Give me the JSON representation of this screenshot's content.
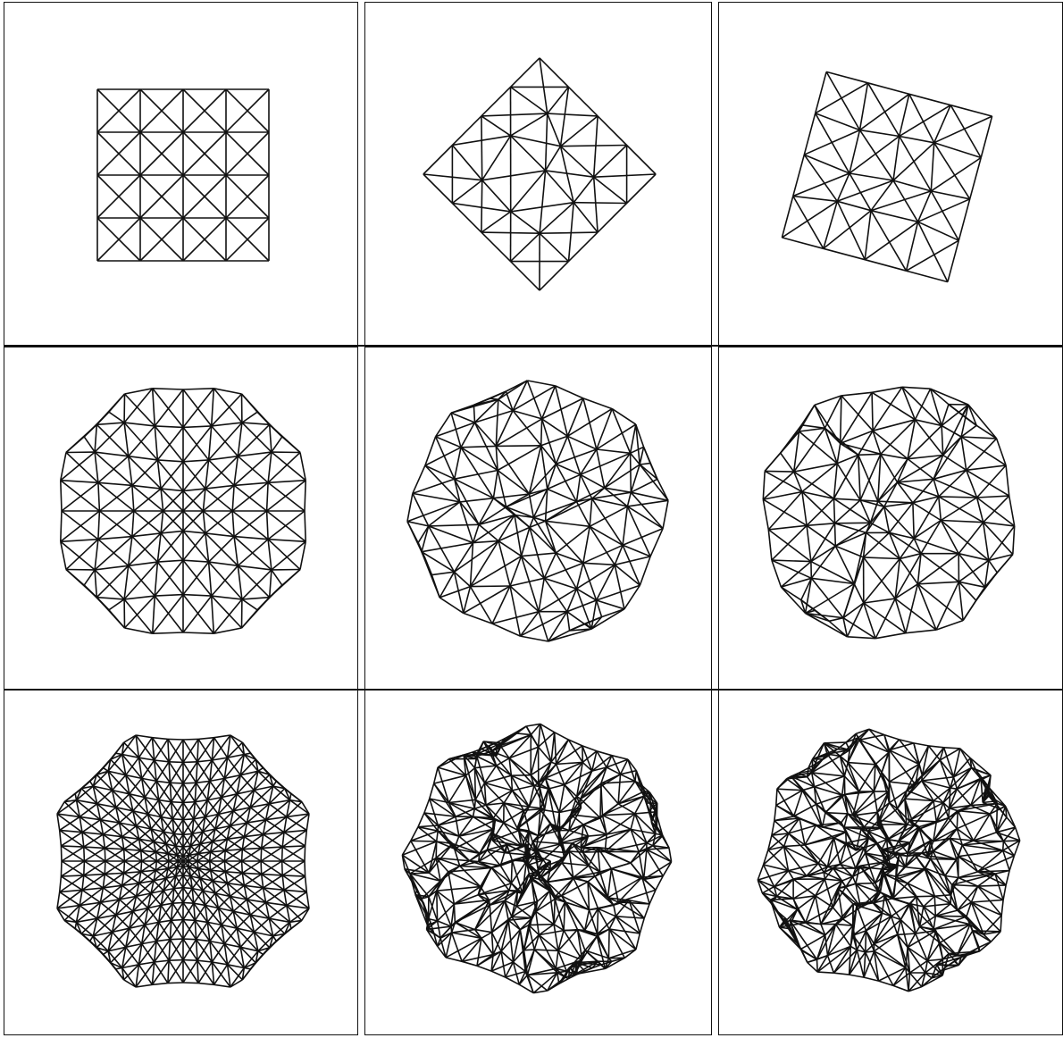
{
  "figure": {
    "rows": 3,
    "cols": 3,
    "stroke_color": "#111111",
    "background": "#ffffff",
    "panels": [
      {
        "id": "p-0-0",
        "row": 0,
        "col": 0,
        "mesh": "square",
        "style": "regular",
        "refinement": 2,
        "rotation_deg": 0
      },
      {
        "id": "p-0-1",
        "row": 0,
        "col": 1,
        "mesh": "square",
        "style": "irregular",
        "refinement": 2,
        "rotation_deg": 45
      },
      {
        "id": "p-0-2",
        "row": 0,
        "col": 2,
        "mesh": "square",
        "style": "irregular",
        "refinement": 2,
        "rotation_deg": 15
      },
      {
        "id": "p-1-0",
        "row": 1,
        "col": 0,
        "mesh": "octagon",
        "style": "regular",
        "refinement": 3,
        "rotation_deg": 0
      },
      {
        "id": "p-1-1",
        "row": 1,
        "col": 1,
        "mesh": "octagon",
        "style": "irregular",
        "refinement": 3,
        "rotation_deg": 22
      },
      {
        "id": "p-1-2",
        "row": 1,
        "col": 2,
        "mesh": "octagon",
        "style": "irregular",
        "refinement": 3,
        "rotation_deg": -8
      },
      {
        "id": "p-2-0",
        "row": 2,
        "col": 0,
        "mesh": "octagon",
        "style": "regular",
        "refinement": 4,
        "rotation_deg": 0
      },
      {
        "id": "p-2-1",
        "row": 2,
        "col": 1,
        "mesh": "octagon",
        "style": "irregular",
        "refinement": 4,
        "rotation_deg": 22
      },
      {
        "id": "p-2-2",
        "row": 2,
        "col": 2,
        "mesh": "octagon",
        "style": "irregular",
        "refinement": 4,
        "rotation_deg": 12
      }
    ]
  }
}
